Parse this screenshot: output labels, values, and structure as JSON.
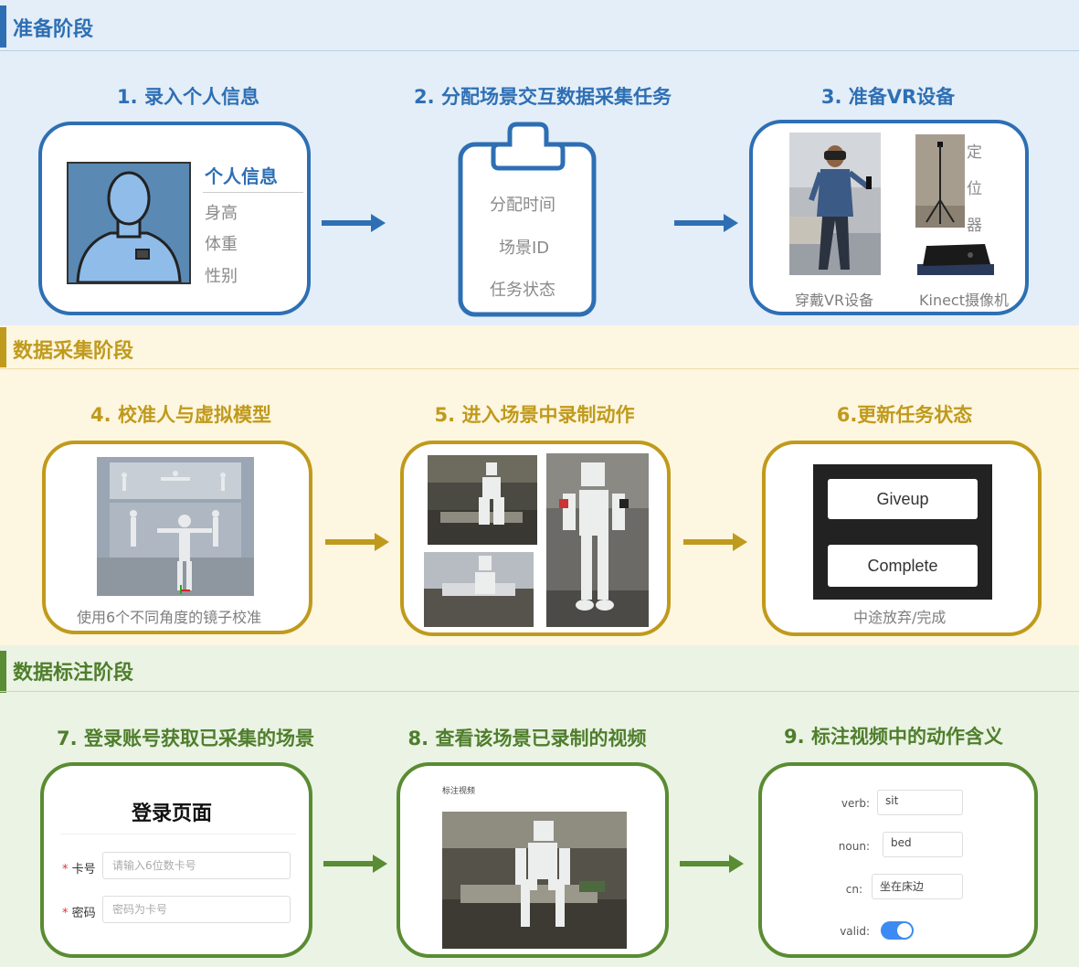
{
  "stages": [
    {
      "title": "准备阶段",
      "steps": [
        {
          "title": "1. 录入个人信息",
          "info_title": "个人信息",
          "items": [
            "身高",
            "体重",
            "性别"
          ]
        },
        {
          "title": "2. 分配场景交互数据采集任务",
          "items": [
            "分配时间",
            "场景ID",
            "任务状态"
          ]
        },
        {
          "title": "3. 准备VR设备",
          "caption_left": "穿戴VR设备",
          "caption_right": "Kinect摄像机",
          "vertical_text": [
            "定",
            "位",
            "器"
          ]
        }
      ]
    },
    {
      "title": "数据采集阶段",
      "steps": [
        {
          "title": "4. 校准人与虚拟模型",
          "caption": "使用6个不同角度的镜子校准"
        },
        {
          "title": "5. 进入场景中录制动作"
        },
        {
          "title": "6.更新任务状态",
          "buttons": [
            "Giveup",
            "Complete"
          ],
          "caption": "中途放弃/完成"
        }
      ]
    },
    {
      "title": "数据标注阶段",
      "steps": [
        {
          "title": "7. 登录账号获取已采集的场景",
          "panel_title": "登录页面",
          "fields": [
            {
              "label": "卡号",
              "placeholder": "请输入6位数卡号"
            },
            {
              "label": "密码",
              "placeholder": "密码为卡号"
            }
          ]
        },
        {
          "title": "8. 查看该场景已录制的视频",
          "panel_title": "标注视频"
        },
        {
          "title": "9. 标注视频中的动作含义",
          "fields": [
            {
              "label": "verb:",
              "value": "sit"
            },
            {
              "label": "noun:",
              "value": "bed"
            },
            {
              "label": "cn:",
              "value": "坐在床边"
            },
            {
              "label": "valid:",
              "value": ""
            }
          ]
        }
      ]
    }
  ],
  "colors": {
    "blue": "#2e6fb4",
    "gold": "#c09a1c",
    "green": "#5a8c33"
  }
}
